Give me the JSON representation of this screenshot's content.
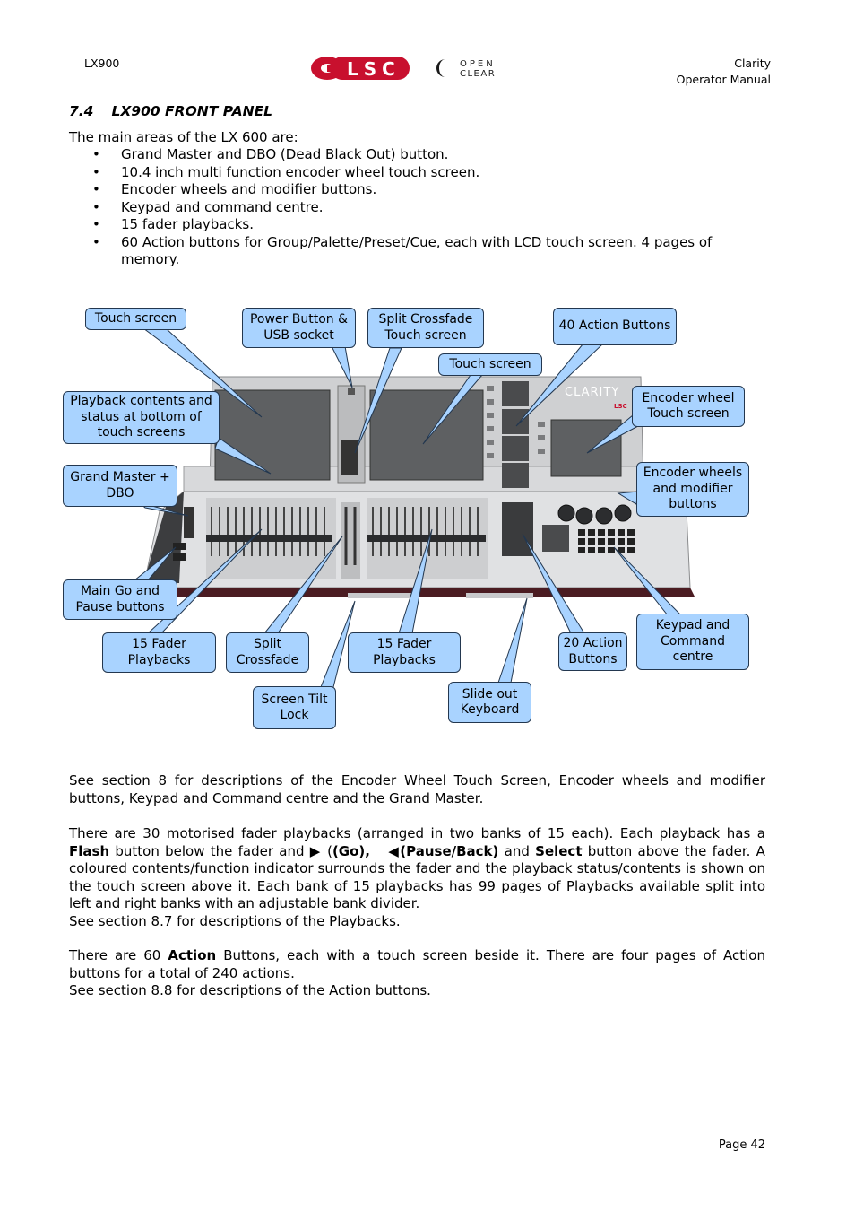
{
  "header": {
    "left": "LX900",
    "logo_lsc": "LSC",
    "logo_openclear_1": "OPEN",
    "logo_openclear_2": "CLEAR",
    "right_line1": "Clarity",
    "right_line2": "Operator Manual"
  },
  "section": {
    "number": "7.4",
    "title": "LX900 FRONT PANEL",
    "intro": "The main areas of the LX 600 are:",
    "bullets": [
      "Grand Master and DBO (Dead Black Out) button.",
      "10.4 inch multi function encoder wheel touch screen.",
      "Encoder wheels and modifier buttons.",
      "Keypad and command centre.",
      "15 fader playbacks.",
      "60 Action buttons for Group/Palette/Preset/Cue, each with LCD touch screen. 4 pages of",
      "memory."
    ]
  },
  "figure": {
    "console_brand": "CLARITY",
    "console_logo": "LSC",
    "callouts": {
      "touch_screen_left": "Touch screen",
      "power_button": "Power Button & USB socket",
      "split_crossfade_touch": "Split Crossfade Touch screen",
      "action_buttons_40": "40 Action Buttons",
      "touch_screen_middle": "Touch screen",
      "encoder_wheel_touch": "Encoder wheel Touch screen",
      "playback_contents": "Playback contents and status at bottom of touch screens",
      "grand_master": "Grand Master + DBO",
      "encoder_wheels": "Encoder wheels and modifier buttons",
      "main_go": "Main Go and Pause buttons",
      "fader_left": "15 Fader Playbacks",
      "split_crossfade": "Split Crossfade",
      "fader_right": "15 Fader Playbacks",
      "action_buttons_20": "20 Action Buttons",
      "keypad": "Keypad and Command centre",
      "screen_tilt": "Screen Tilt Lock",
      "slide_keyboard": "Slide out Keyboard"
    }
  },
  "paragraphs": {
    "p1": "See section 8 for descriptions of the Encoder Wheel Touch Screen, Encoder wheels and modifier buttons, Keypad and Command centre and the Grand Master.",
    "p2_a": "There are 30 motorised fader playbacks (arranged in two banks of 15 each). Each playback has a",
    "p2_flash": "Flash",
    "p2_b": "button below the fader and",
    "p2_go_symbol": "▶",
    "p2_go": "(Go),",
    "p2_pause_symbol": "◀(",
    "p2_pause": "Pause/Back)",
    "p2_c": "and",
    "p2_select": "Select",
    "p2_d": "button above the fader. A coloured contents/function indicator surrounds the fader and the playback status/contents is shown on the touch screen above it. Each bank of 15 playbacks has 99 pages of Playbacks available split into left and right banks with an adjustable bank divider.",
    "p2_e": "See section 8.7 for descriptions of the Playbacks.",
    "p3_a": "There are 60",
    "p3_action": "Action",
    "p3_b": "Buttons, each with a touch screen beside it. There are four pages of Action buttons for a total of 240 actions.",
    "p3_c": "See section 8.8 for descriptions of the Action buttons."
  },
  "footer": {
    "page": "Page 42"
  },
  "colors": {
    "callout_fill": "#a9d3ff",
    "lsc_red": "#c8102e"
  }
}
